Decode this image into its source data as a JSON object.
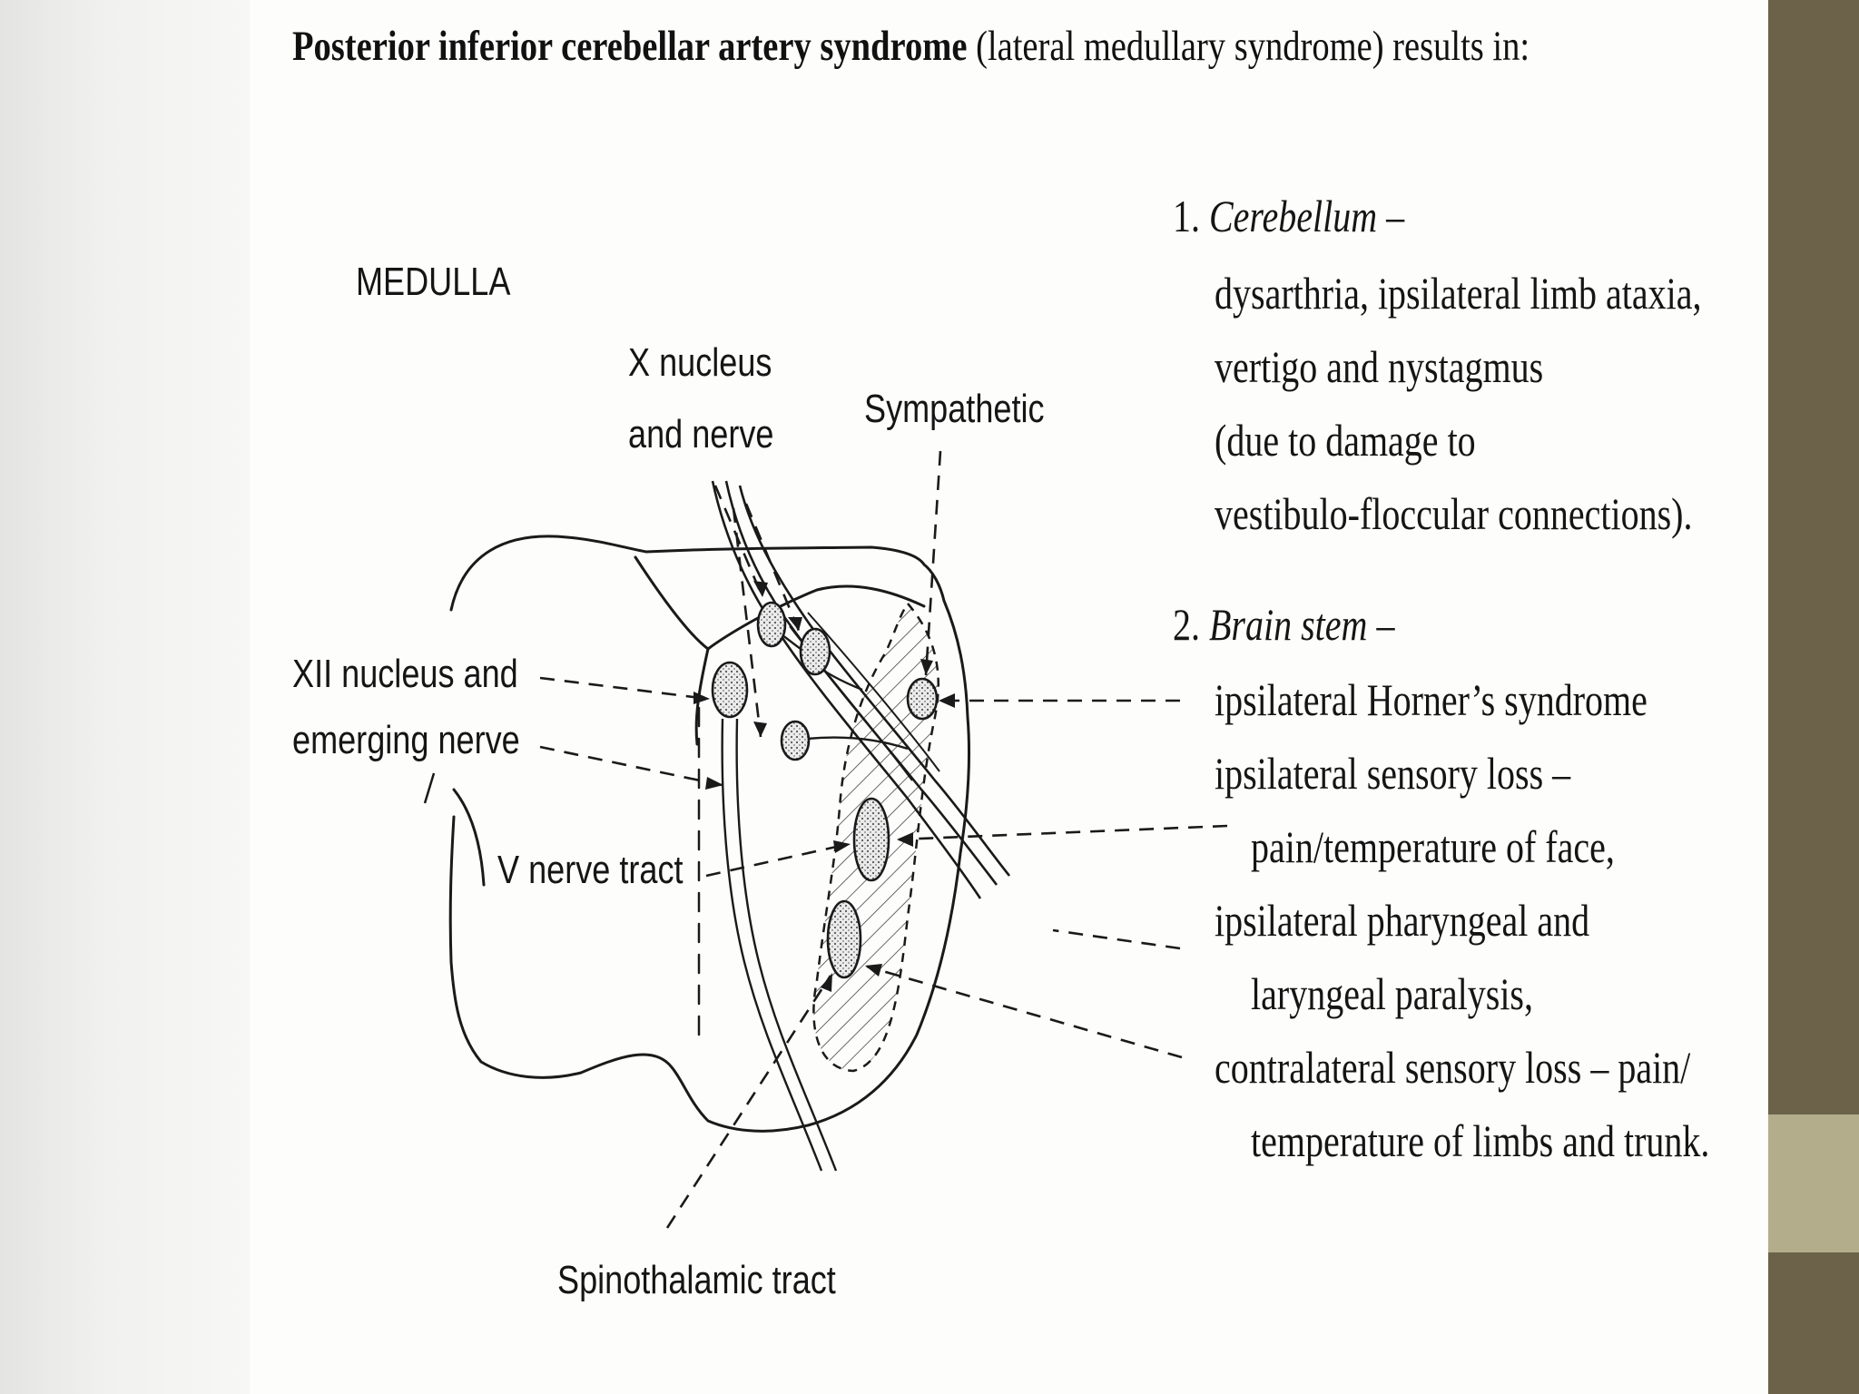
{
  "colors": {
    "side_band_dark": "#6b6249",
    "side_band_light": "#b4ad8b",
    "ink": "#151515"
  },
  "title": {
    "bold": "Posterior inferior cerebellar artery syndrome",
    "rest": " (lateral medullary syndrome) results in:"
  },
  "diagram": {
    "region_label": "MEDULLA",
    "x_nucleus_line1": "X nucleus",
    "x_nucleus_line2": "and nerve",
    "sympathetic": "Sympathetic",
    "xii_line1": "XII nucleus and",
    "xii_line2": "emerging nerve",
    "v_nerve_tract": "V nerve tract",
    "spinothalamic_tract": "Spinothalamic tract"
  },
  "findings": {
    "item1_number": "1.",
    "item1_heading": "Cerebellum",
    "item1_dash": " –",
    "item1_lines": [
      "dysarthria, ipsilateral limb ataxia,",
      "vertigo and nystagmus",
      "(due to damage to",
      "vestibulo-floccular connections)."
    ],
    "item2_number": "2.",
    "item2_heading": "Brain stem",
    "item2_dash": " –",
    "item2_lines": [
      "ipsilateral Horner’s syndrome",
      "ipsilateral sensory loss –",
      "pain/temperature of face,",
      "ipsilateral pharyngeal and",
      "laryngeal paralysis,",
      "contralateral sensory loss – pain/",
      "temperature of limbs and trunk."
    ]
  }
}
